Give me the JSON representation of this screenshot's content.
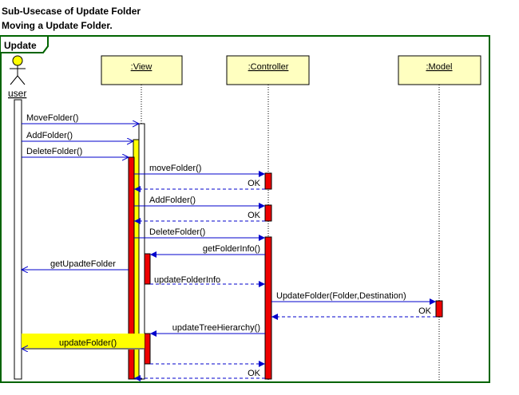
{
  "title_line1": "Sub-Usecase of Update Folder",
  "title_line2": "Moving a Update Folder.",
  "frame_label": "Update",
  "actor": {
    "name": "user",
    "icon": "stick-figure-icon"
  },
  "lifelines": [
    {
      "key": "view",
      "label": ":View"
    },
    {
      "key": "controller",
      "label": ":Controller"
    },
    {
      "key": "model",
      "label": ":Model"
    }
  ],
  "colors": {
    "frame": "#006400",
    "lifeline_box": "#ffffc0",
    "activation_red": "#ee0000",
    "activation_yellow": "#ffff00",
    "arrow": "#0000cc"
  },
  "messages": [
    {
      "label": "MoveFolder()",
      "from": "user",
      "to": "view",
      "kind": "call"
    },
    {
      "label": "AddFolder()",
      "from": "user",
      "to": "view",
      "kind": "call"
    },
    {
      "label": "DeleteFolder()",
      "from": "user",
      "to": "view",
      "kind": "call"
    },
    {
      "label": "moveFolder()",
      "from": "view",
      "to": "controller",
      "kind": "call"
    },
    {
      "label": "OK",
      "from": "controller",
      "to": "view",
      "kind": "return"
    },
    {
      "label": "AddFolder()",
      "from": "view",
      "to": "controller",
      "kind": "call"
    },
    {
      "label": "OK",
      "from": "controller",
      "to": "view",
      "kind": "return"
    },
    {
      "label": "DeleteFolder()",
      "from": "view",
      "to": "controller",
      "kind": "call"
    },
    {
      "label": "getFolderInfo()",
      "from": "controller",
      "to": "view",
      "kind": "call"
    },
    {
      "label": "getUpadteFolder",
      "from": "view",
      "to": "user",
      "kind": "call"
    },
    {
      "label": "updateFolderInfo",
      "from": "view",
      "to": "controller",
      "kind": "return"
    },
    {
      "label": "UpdateFolder(Folder,Destination)",
      "from": "controller",
      "to": "model",
      "kind": "call"
    },
    {
      "label": "OK",
      "from": "model",
      "to": "controller",
      "kind": "return"
    },
    {
      "label": "updateTreeHierarchy()",
      "from": "controller",
      "to": "view",
      "kind": "call"
    },
    {
      "label": "updateFolder()",
      "from": "view",
      "to": "user",
      "kind": "call",
      "highlight": true
    },
    {
      "label": "",
      "from": "view",
      "to": "controller",
      "kind": "return"
    },
    {
      "label": "OK",
      "from": "controller",
      "to": "view",
      "kind": "return"
    }
  ]
}
